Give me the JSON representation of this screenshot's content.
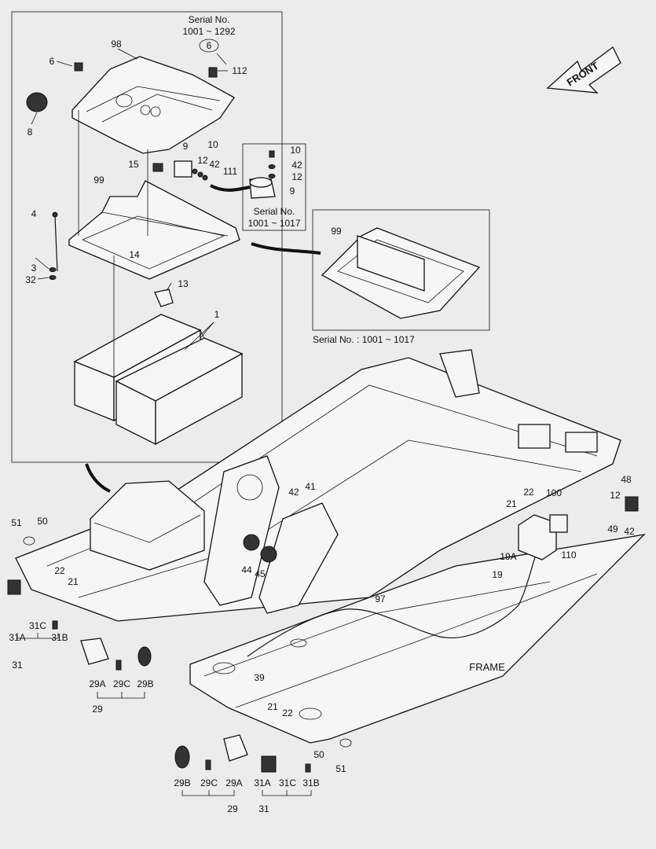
{
  "serial_notes": {
    "top_title": "Serial No.",
    "top_range": "1001 ~ 1292",
    "circled": "6",
    "relay_title": "Serial No.",
    "relay_range": "1001 ~ 1017",
    "bracket_note": "Serial No. : 1001 ~ 1017"
  },
  "front_label": "FRONT",
  "frame_label": "FRAME",
  "labels": {
    "p98": "98",
    "p6a": "6",
    "p112": "112",
    "p8": "8",
    "p9a": "9",
    "p10a": "10",
    "p15": "15",
    "p12a": "12",
    "p42a": "42",
    "p111": "111",
    "p10b": "10",
    "p42b": "42",
    "p12b": "12",
    "p9b": "9",
    "p99a": "99",
    "p99b": "99",
    "p4": "4",
    "p14": "14",
    "p3": "3",
    "p32": "32",
    "p13": "13",
    "p1": "1",
    "p51a": "51",
    "p50a": "50",
    "p22a": "22",
    "p21a": "21",
    "p31Aa": "31A",
    "p31Ca": "31C",
    "p31Ba": "31B",
    "p31a": "31",
    "p29Aa": "29A",
    "p29Ca": "29C",
    "p29Ba": "29B",
    "p29a": "29",
    "p42c": "42",
    "p41": "41",
    "p44": "44",
    "p45": "45",
    "p48": "48",
    "p12c": "12",
    "p42d": "42",
    "p49": "49",
    "p22b": "22",
    "p21b": "21",
    "p100": "100",
    "p19A": "19A",
    "p19": "19",
    "p110": "110",
    "p97": "97",
    "p39": "39",
    "p21c": "21",
    "p22c": "22",
    "p50b": "50",
    "p51b": "51",
    "p29Bb": "29B",
    "p29Cb": "29C",
    "p29Ab": "29A",
    "p29b": "29",
    "p31Ab": "31A",
    "p31Cb": "31C",
    "p31Bb": "31B",
    "p31b": "31"
  }
}
